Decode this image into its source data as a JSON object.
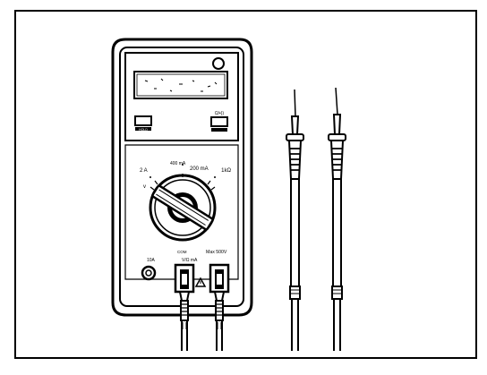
{
  "figure": {
    "labels": {
      "hold": "HOLD",
      "ohm_cont": "Ω/•))",
      "range_2a": "2 A",
      "range_200ma": "200 mA",
      "range_400ma": "400 mA",
      "range_1k": "1kΩ",
      "jack_10a": "10A",
      "jack_com": "COM",
      "jack_vohm": "V/Ω mA",
      "max_voltage": "Max 500V"
    },
    "icons": {
      "warning": "warning-triangle-icon",
      "indicator": "circle-indicator-icon"
    }
  }
}
